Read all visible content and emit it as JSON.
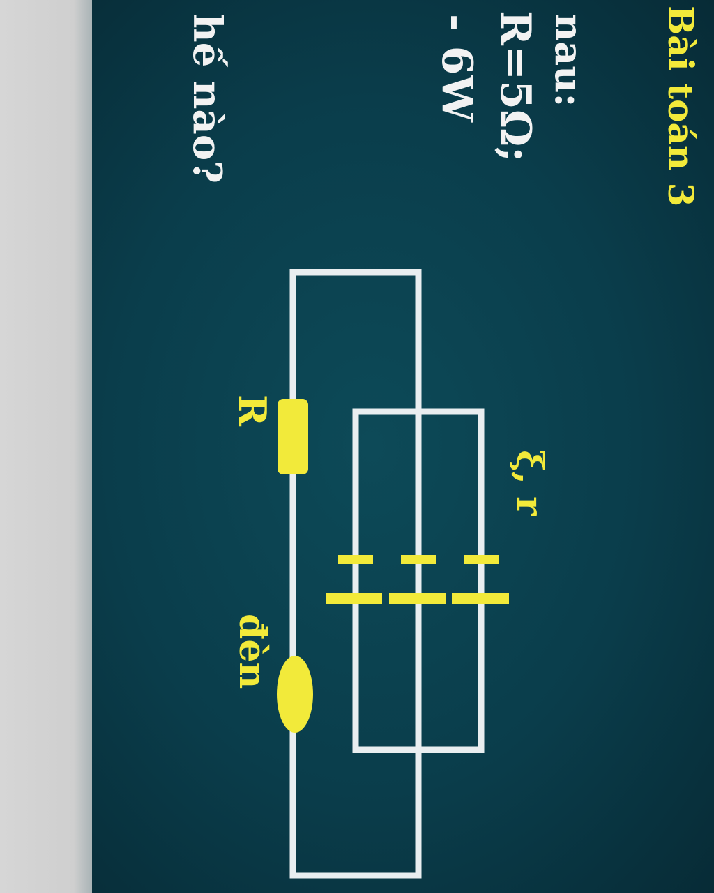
{
  "title": "Bài toán 3",
  "problem_lines": [
    "nau:",
    "R=5Ω;",
    "- 6W",
    "hế nào?"
  ],
  "labels": {
    "emf": "ξ, r",
    "resistor": "R",
    "lamp": "đèn"
  },
  "colors": {
    "background": "#0a3a48",
    "wire": "#e9eef0",
    "component": "#f2ea3a",
    "title_text": "#f2ea3a",
    "body_text": "#f2f2f2"
  }
}
